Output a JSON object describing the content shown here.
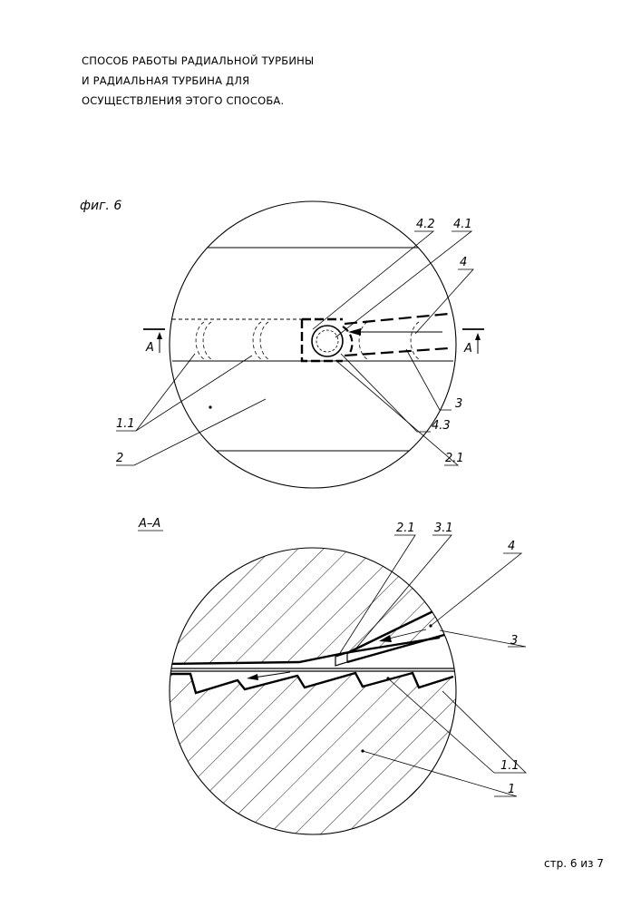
{
  "title_lines": [
    "СПОСОБ РАБОТЫ РАДИАЛЬНОЙ ТУРБИНЫ",
    "И  РАДИАЛЬНАЯ ТУРБИНА ДЛЯ",
    "ОСУЩЕСТВЛЕНИЯ ЭТОГО СПОСОБА."
  ],
  "figure_label": "фиг. 6",
  "section_label": "А–А",
  "page_number": "стр. 6 из 7",
  "view1_labels": {
    "l42": "4.2",
    "l41": "4.1",
    "l4": "4",
    "l3": "3",
    "l43": "4.3",
    "l21": "2.1",
    "l11": "1.1",
    "l2": "2",
    "a_left": "А",
    "a_right": "А"
  },
  "view2_labels": {
    "l21": "2.1",
    "l31": "3.1",
    "l4": "4",
    "l3": "3",
    "l11": "1.1",
    "l1": "1"
  }
}
